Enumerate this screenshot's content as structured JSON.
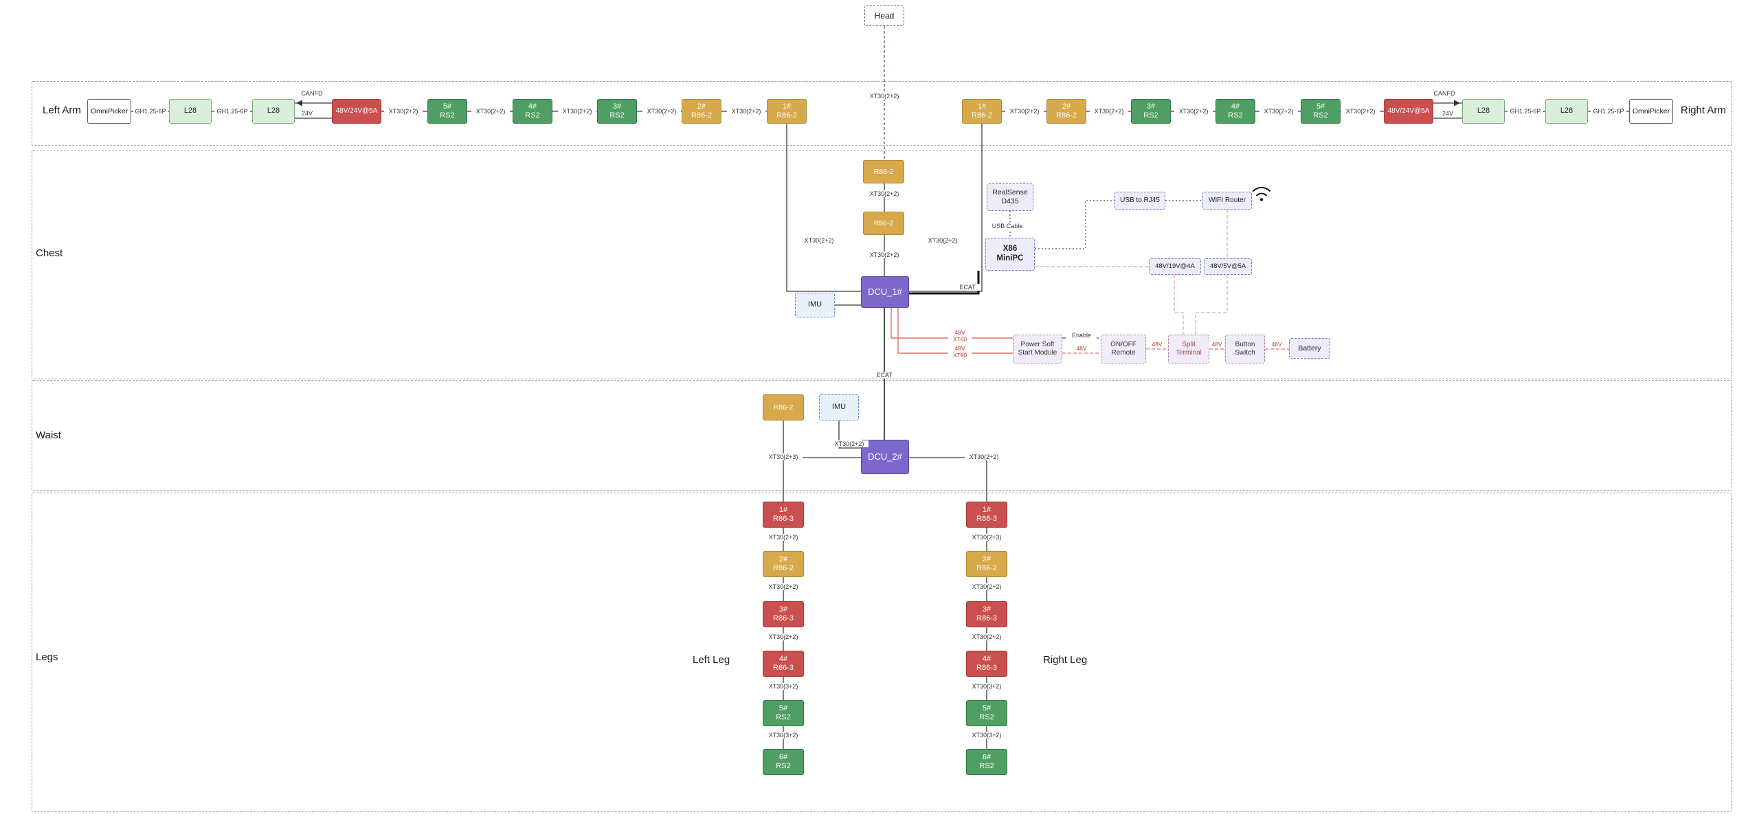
{
  "head": {
    "label": "Head"
  },
  "sections": {
    "left_arm": "Left Arm",
    "right_arm": "Right Arm",
    "chest": "Chest",
    "waist": "Waist",
    "legs": "Legs",
    "left_leg": "Left Leg",
    "right_leg": "Right Leg"
  },
  "connectors": {
    "gh125_6p": "GH1.25-6P",
    "xt30_22": "XT30(2+2)",
    "xt30_23": "XT30(2+3)",
    "xt30_32": "XT30(3+2)",
    "canfd": "CANFD",
    "v24": "24V",
    "v48": "48V",
    "xt60": "XT60",
    "xt90": "XT90",
    "enable": "Enable",
    "usb_cable": "USB Cable",
    "ecat": "ECAT"
  },
  "components": {
    "omnipicker": "OmniPicker",
    "l28": "L28",
    "arm_psu": "48V/24V@5A",
    "rs2": "RS2",
    "r86_2": "R86-2",
    "r86_3": "R86-3",
    "dcu_1": "DCU_1#",
    "dcu_2": "DCU_2#",
    "imu": "IMU",
    "realsense": [
      "RealSense",
      "D435"
    ],
    "x86_minipc": [
      "X86",
      "MiniPC"
    ],
    "usb_to_rj45": "USB to RJ45",
    "wifi_router": "WIFI Router",
    "conv_19v": "48V/19V@4A",
    "conv_5v": "48V/5V@5A",
    "power_soft": [
      "Power Soft",
      "Start Module"
    ],
    "onoff_remote": [
      "ON/OFF",
      "Remote"
    ],
    "split_terminal": [
      "Split",
      "Terminal"
    ],
    "button_switch": [
      "Button",
      "Switch"
    ],
    "battery": "Battery"
  },
  "motor_numbers": {
    "n1": "1#",
    "n2": "2#",
    "n3": "3#",
    "n4": "4#",
    "n5": "5#",
    "n6": "6#"
  },
  "colors": {
    "motor_green": "#4f9e63",
    "motor_gold": "#d7a94a",
    "motor_red": "#c9504e",
    "dcu_purple": "#7d68c9",
    "l28_fill": "#d9efd9",
    "module_lavender": "#ececfb",
    "power_line_red": "#dd7068",
    "aux_line_pink": "#e8a0b8"
  }
}
